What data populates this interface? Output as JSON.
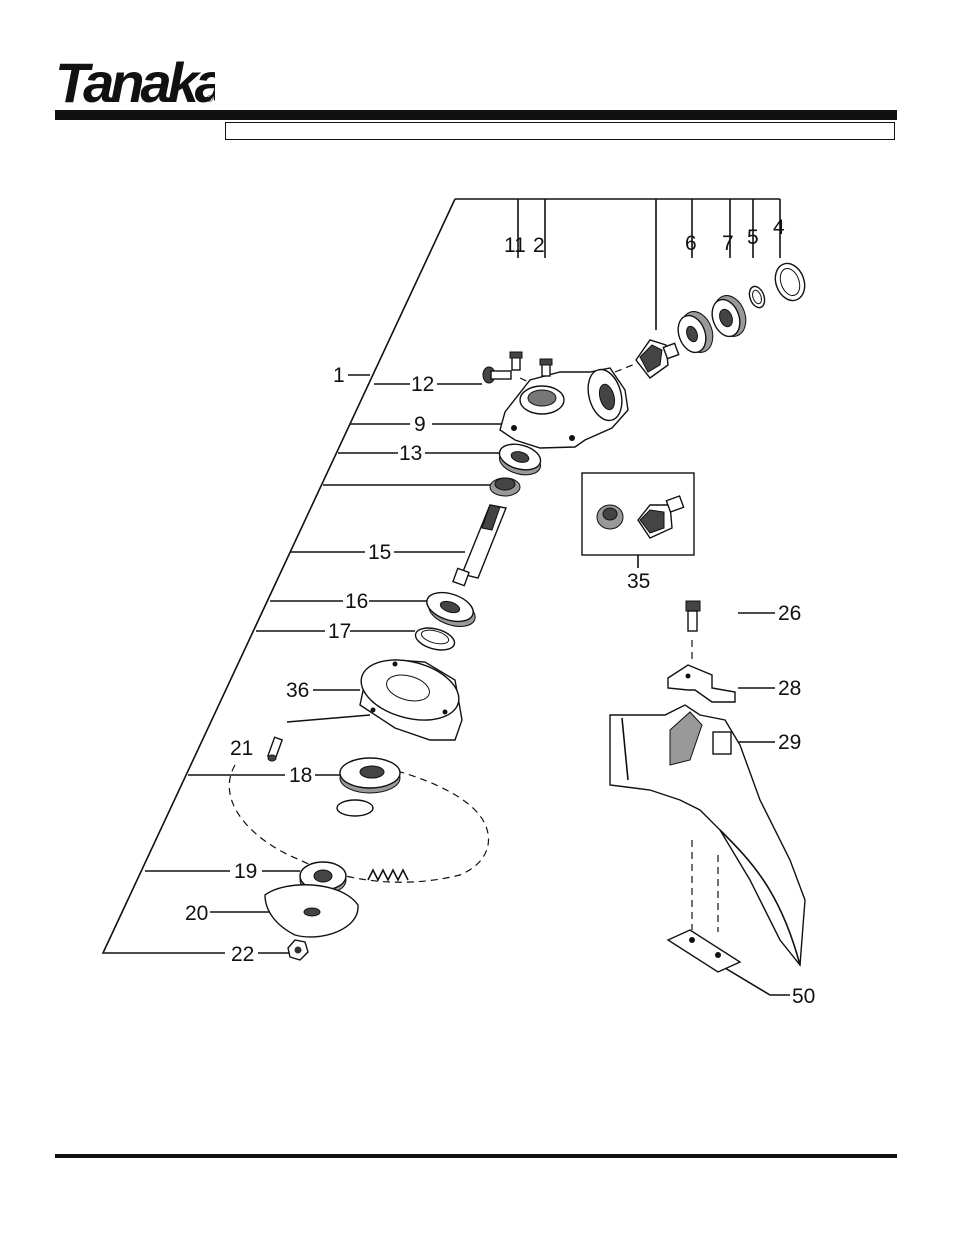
{
  "brand": {
    "name": "Tanaka",
    "registered_mark": "®"
  },
  "header": {
    "title": ""
  },
  "diagram": {
    "callouts": [
      {
        "id": "c1",
        "text": "1"
      },
      {
        "id": "c2",
        "text": "2"
      },
      {
        "id": "c4",
        "text": "4"
      },
      {
        "id": "c5",
        "text": "5"
      },
      {
        "id": "c6",
        "text": "6"
      },
      {
        "id": "c7",
        "text": "7"
      },
      {
        "id": "c9",
        "text": "9"
      },
      {
        "id": "c11",
        "text": "11"
      },
      {
        "id": "c12",
        "text": "12"
      },
      {
        "id": "c13",
        "text": "13"
      },
      {
        "id": "c15",
        "text": "15"
      },
      {
        "id": "c16",
        "text": "16"
      },
      {
        "id": "c17",
        "text": "17"
      },
      {
        "id": "c18",
        "text": "18"
      },
      {
        "id": "c19",
        "text": "19"
      },
      {
        "id": "c20",
        "text": "20"
      },
      {
        "id": "c21",
        "text": "21"
      },
      {
        "id": "c22",
        "text": "22"
      },
      {
        "id": "c26",
        "text": "26"
      },
      {
        "id": "c28",
        "text": "28"
      },
      {
        "id": "c29",
        "text": "29"
      },
      {
        "id": "c35",
        "text": "35"
      },
      {
        "id": "c36",
        "text": "36"
      },
      {
        "id": "c50",
        "text": "50"
      }
    ]
  }
}
